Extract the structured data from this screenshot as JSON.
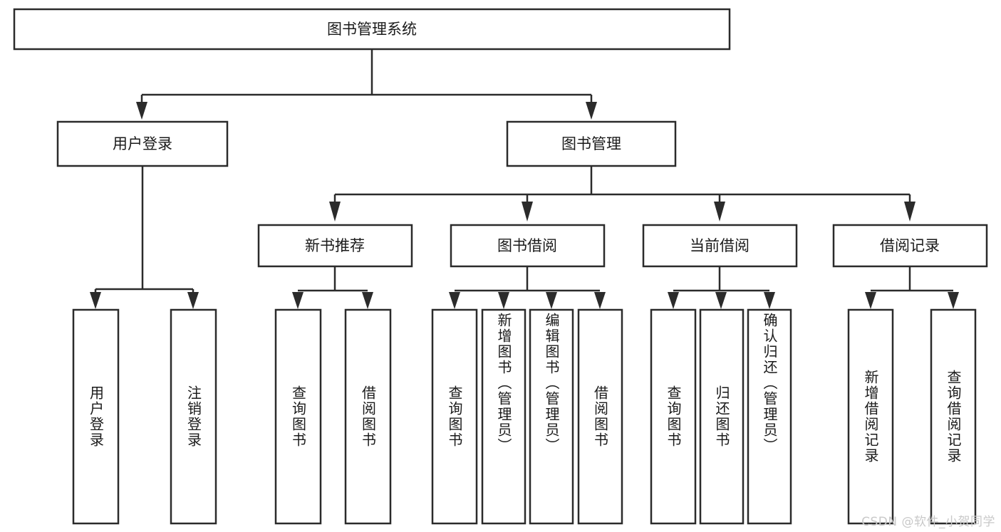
{
  "diagram": {
    "title_node": {
      "label": "图书管理系统"
    },
    "level2": [
      {
        "id": "user-login",
        "label": "用户登录"
      },
      {
        "id": "book-management",
        "label": "图书管理"
      }
    ],
    "level3": [
      {
        "id": "new-book-recommend",
        "label": "新书推荐"
      },
      {
        "id": "book-borrow",
        "label": "图书借阅"
      },
      {
        "id": "current-borrow",
        "label": "当前借阅"
      },
      {
        "id": "borrow-record",
        "label": "借阅记录"
      }
    ],
    "leaves": {
      "user_login": [
        {
          "id": "leaf-user-login",
          "label": "用户登录"
        },
        {
          "id": "leaf-logout-login",
          "label": "注销登录"
        }
      ],
      "new_book_recommend": [
        {
          "id": "leaf-query-book-1",
          "label": "查询图书"
        },
        {
          "id": "leaf-borrow-book-1",
          "label": "借阅图书"
        }
      ],
      "book_borrow": [
        {
          "id": "leaf-query-book-2",
          "label": "查询图书"
        },
        {
          "id": "leaf-add-book",
          "label": "新增图书（管理员）"
        },
        {
          "id": "leaf-edit-book",
          "label": "编辑图书（管理员）"
        },
        {
          "id": "leaf-borrow-book-2",
          "label": "借阅图书"
        }
      ],
      "current_borrow": [
        {
          "id": "leaf-query-book-3",
          "label": "查询图书"
        },
        {
          "id": "leaf-return-book",
          "label": "归还图书"
        },
        {
          "id": "leaf-confirm-return",
          "label": "确认归还（管理员）"
        }
      ],
      "borrow_record": [
        {
          "id": "leaf-add-record",
          "label": "新增借阅记录"
        },
        {
          "id": "leaf-query-record",
          "label": "查询借阅记录"
        }
      ]
    },
    "watermark": "CSDN @软件_小贺同学",
    "colors": {
      "stroke": "#2b2b2b",
      "fill": "#ffffff",
      "text": "#1a1a1a",
      "watermark": "#c9c9c9"
    }
  }
}
